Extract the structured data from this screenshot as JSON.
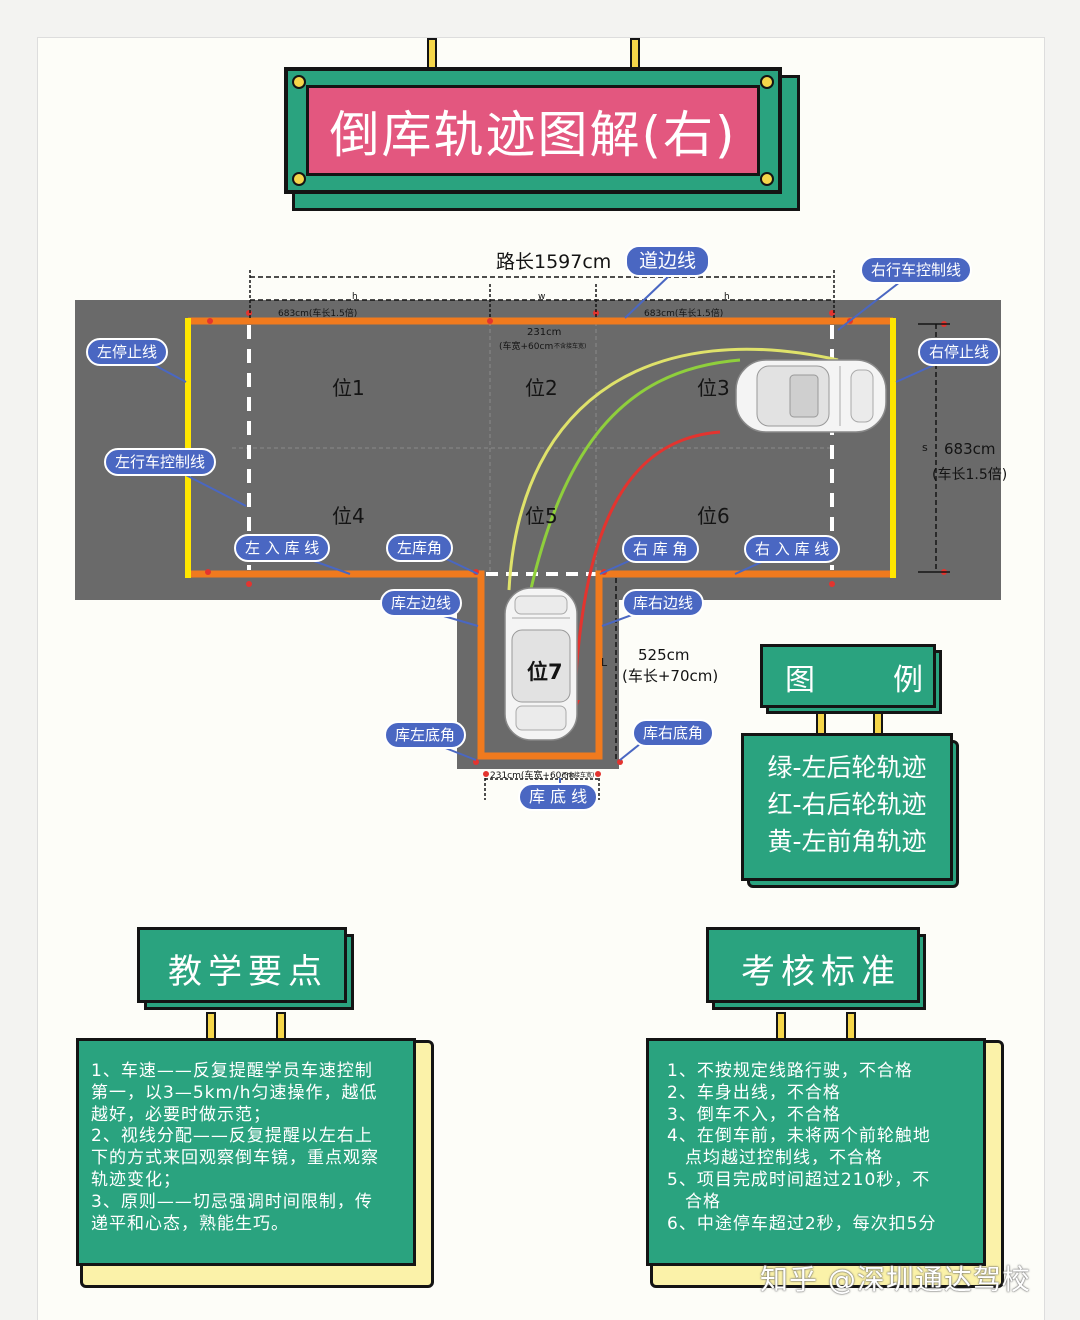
{
  "title": "倒库轨迹图解(右)",
  "colors": {
    "green_board": "#2aa37f",
    "title_pink": "#e3577f",
    "road": "#6a6a6a",
    "orange_line": "#f07a1e",
    "yellow_line": "#ffe600",
    "tag_blue": "#4a67c2",
    "track_green": "#8fcf3c",
    "track_red": "#e3342f",
    "track_yellow": "#dfe26a"
  },
  "diagram": {
    "road_length": "路长1597cm",
    "seg_left": "683cm(车长1.5倍)",
    "seg_right": "683cm(车长1.5倍)",
    "h_mark_left": "h",
    "w_mark": "w",
    "h_mark_right": "h",
    "width_label": "231cm",
    "width_sub": "(车宽+60cm",
    "width_sub_tiny": "不含接车宽)",
    "right_width": "683cm",
    "right_width_sub": "(车长1.5倍)",
    "s_mark": "s",
    "depth": "525cm",
    "depth_sub": "(车长+70cm)",
    "l_mark": "L",
    "bottom_width": "231cm(车宽+60cm",
    "bottom_width_tiny": "不含接车宽)",
    "slots": [
      "位1",
      "位2",
      "位3",
      "位4",
      "位5",
      "位6",
      "位7"
    ],
    "tags": {
      "road_edge": "道边线",
      "right_control": "右行车控制线",
      "left_stop": "左停止线",
      "right_stop": "右停止线",
      "left_control": "左行车控制线",
      "left_entry": "左 入 库 线",
      "left_corner": "左库角",
      "right_corner": "右 库 角",
      "right_entry": "右 入 库 线",
      "garage_left_edge": "库左边线",
      "garage_right_edge": "库右边线",
      "garage_left_bottom": "库左底角",
      "garage_right_bottom": "库右底角",
      "garage_bottom": "库 底 线"
    }
  },
  "legend": {
    "title": "图　　例",
    "lines": [
      "绿-左后轮轨迹",
      "红-右后轮轨迹",
      "黄-左前角轨迹"
    ]
  },
  "teaching": {
    "title": "教学要点",
    "lines": [
      "1、车速——反复提醒学员车速控制",
      "第一，以3—5km/h匀速操作，越低",
      "越好，必要时做示范；",
      "2、视线分配——反复提醒以左右上",
      "下的方式来回观察倒车镜，重点观察",
      "轨迹变化；",
      "3、原则——切忌强调时间限制，传",
      "递平和心态，熟能生巧。"
    ]
  },
  "assessment": {
    "title": "考核标准",
    "lines": [
      "1、不按规定线路行驶，不合格",
      "2、车身出线，不合格",
      "3、倒车不入，不合格",
      "4、在倒车前，未将两个前轮触地",
      "　点均越过控制线，不合格",
      "5、项目完成时间超过210秒，不",
      "　合格",
      "6、中途停车超过2秒，每次扣5分"
    ]
  },
  "watermark": "知乎 @深圳通达驾校"
}
